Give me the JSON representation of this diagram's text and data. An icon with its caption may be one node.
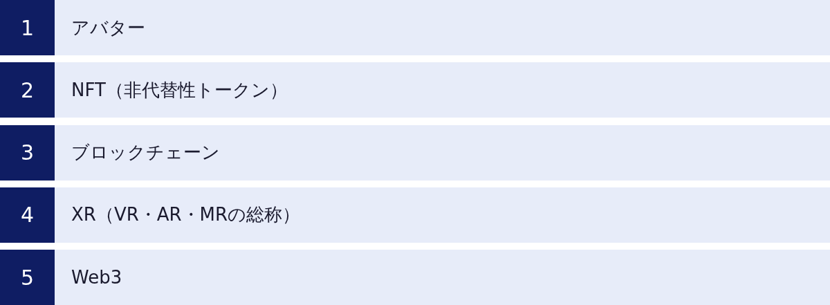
{
  "diagram": {
    "nodes": [
      {
        "text": [
          "1"
        ]
      },
      {
        "text": [
          "アバター"
        ]
      },
      {
        "text": [
          "2"
        ]
      },
      {
        "text": [
          "NFT（非代替性トークン）"
        ]
      },
      {
        "text": [
          "3"
        ]
      },
      {
        "text": [
          "ブロックチェーン"
        ]
      },
      {
        "text": [
          "4"
        ]
      },
      {
        "text": [
          "XR（VR・AR・MRの総称）"
        ]
      },
      {
        "text": [
          "5"
        ]
      },
      {
        "text": [
          "Web3"
        ]
      }
    ]
  }
}
